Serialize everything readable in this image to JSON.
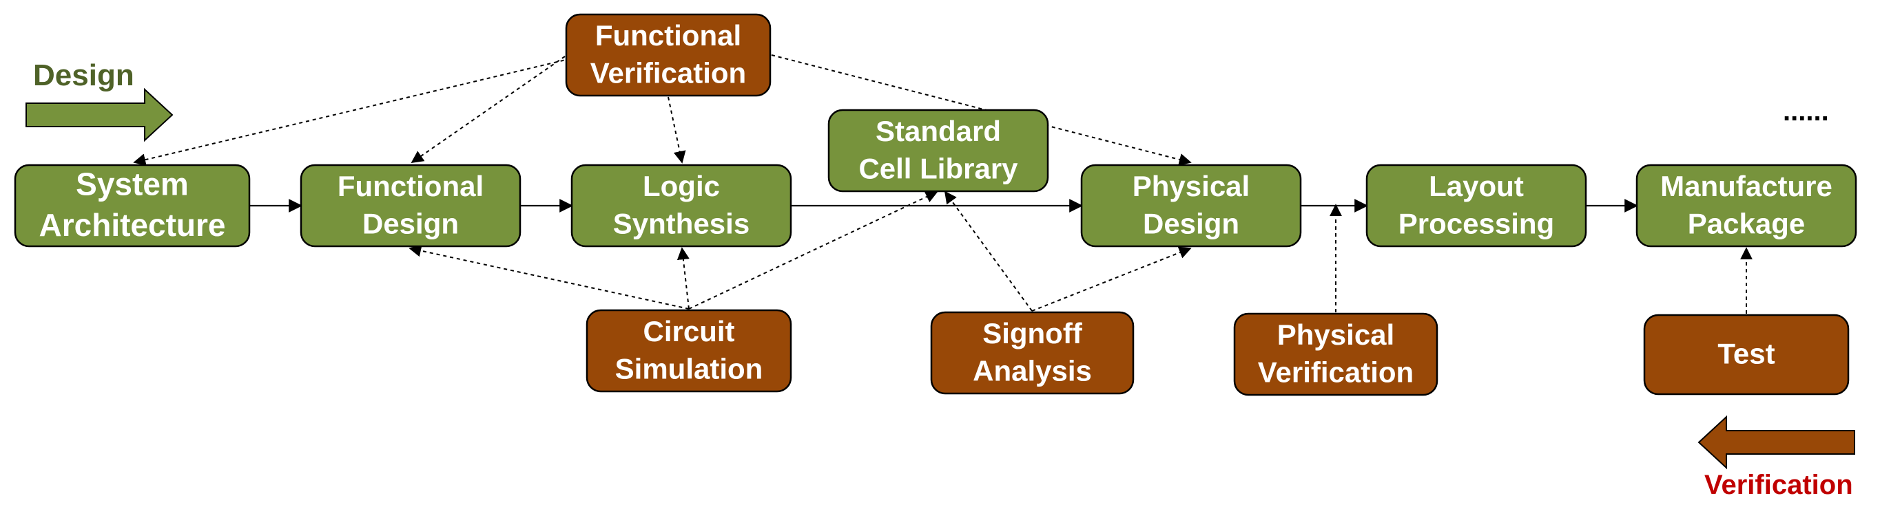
{
  "legend": {
    "design_label": "Design",
    "verification_label": "Verification",
    "ellipsis": "......"
  },
  "colors": {
    "design_fill": "#77933c",
    "verification_fill": "#984807",
    "design_text": "#4f6228",
    "verification_text": "#c00000",
    "stroke": "#000000"
  },
  "design_steps": [
    {
      "id": "system-architecture",
      "lines": [
        "System",
        "Architecture"
      ]
    },
    {
      "id": "functional-design",
      "lines": [
        "Functional",
        "Design"
      ]
    },
    {
      "id": "logic-synthesis",
      "lines": [
        "Logic",
        "Synthesis"
      ]
    },
    {
      "id": "standard-cell-library",
      "lines": [
        "Standard",
        "Cell Library"
      ]
    },
    {
      "id": "physical-design",
      "lines": [
        "Physical",
        "Design"
      ]
    },
    {
      "id": "layout-processing",
      "lines": [
        "Layout",
        "Processing"
      ]
    },
    {
      "id": "manufacture-package",
      "lines": [
        "Manufacture",
        "Package"
      ]
    }
  ],
  "verification_steps": [
    {
      "id": "functional-verification",
      "lines": [
        "Functional",
        "Verification"
      ]
    },
    {
      "id": "circuit-simulation",
      "lines": [
        "Circuit",
        "Simulation"
      ]
    },
    {
      "id": "signoff-analysis",
      "lines": [
        "Signoff",
        "Analysis"
      ]
    },
    {
      "id": "physical-verification",
      "lines": [
        "Physical",
        "Verification"
      ]
    },
    {
      "id": "test",
      "lines": [
        "Test"
      ]
    }
  ],
  "flow_edges": [
    [
      "system-architecture",
      "functional-design"
    ],
    [
      "functional-design",
      "logic-synthesis"
    ],
    [
      "logic-synthesis",
      "physical-design"
    ],
    [
      "physical-design",
      "layout-processing"
    ],
    [
      "layout-processing",
      "manufacture-package"
    ]
  ],
  "check_edges": [
    [
      "functional-verification",
      "system-architecture"
    ],
    [
      "functional-verification",
      "functional-design"
    ],
    [
      "functional-verification",
      "logic-synthesis"
    ],
    [
      "functional-verification",
      "physical-design"
    ],
    [
      "circuit-simulation",
      "functional-design"
    ],
    [
      "circuit-simulation",
      "logic-synthesis"
    ],
    [
      "circuit-simulation",
      "standard-cell-library"
    ],
    [
      "signoff-analysis",
      "standard-cell-library"
    ],
    [
      "signoff-analysis",
      "physical-design"
    ],
    [
      "physical-verification",
      "physical-design"
    ],
    [
      "test",
      "manufacture-package"
    ]
  ]
}
